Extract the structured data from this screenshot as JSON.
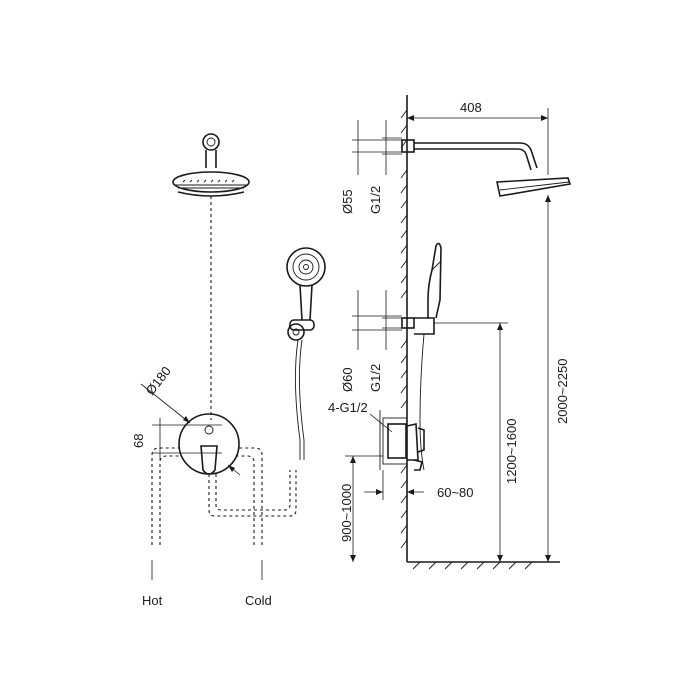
{
  "labels": {
    "hot": "Hot",
    "cold": "Cold",
    "mixer_diameter": "Ø180",
    "mixer_height": "68",
    "shower_arm_length": "408",
    "wall_flange_diameter": "Ø55",
    "wall_flange_thread": "G1/2",
    "handshower_outlet_diameter": "Ø60",
    "handshower_outlet_thread": "G1/2",
    "valve_connections": "4-G1/2",
    "valve_depth": "60~80",
    "valve_height": "900~1000",
    "outlet_height": "1200~1600",
    "head_height": "2000~2250"
  },
  "colors": {
    "line": "#1a1a1a",
    "background": "#ffffff"
  }
}
